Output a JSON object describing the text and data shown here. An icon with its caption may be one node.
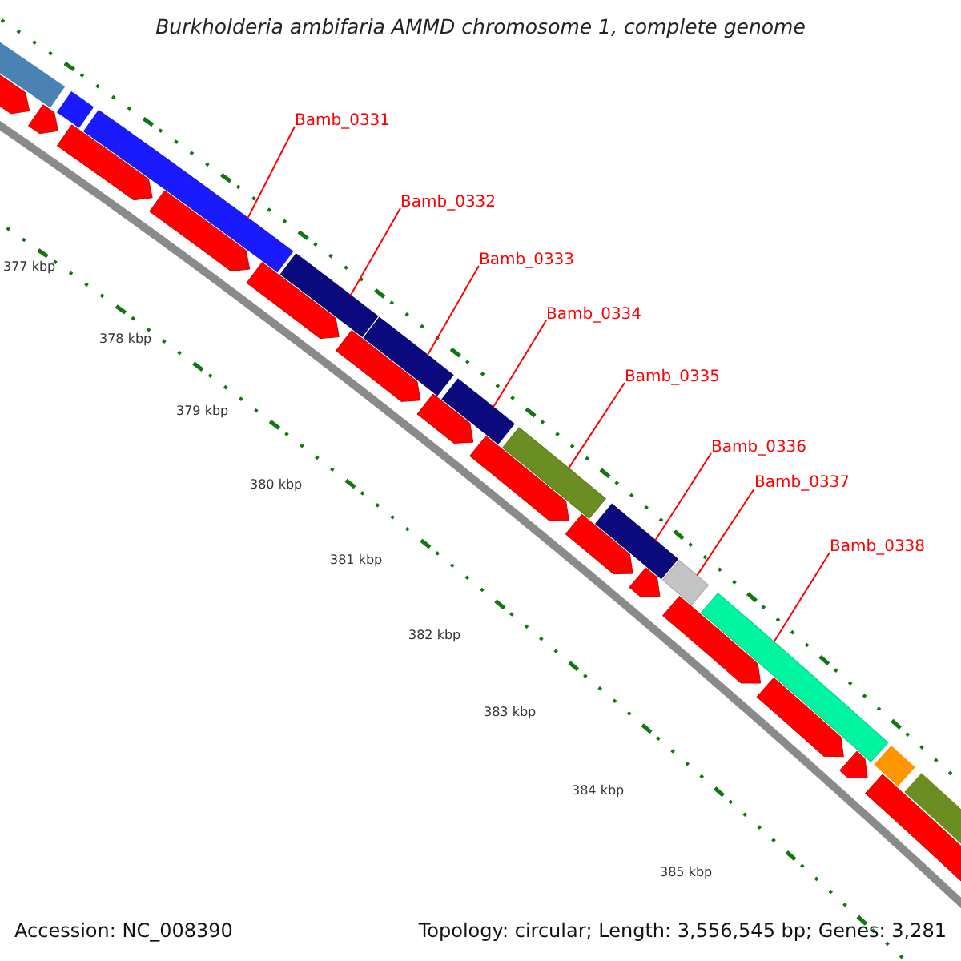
{
  "diagram": {
    "title": "Burkholderia ambifaria AMMD chromosome 1, complete genome",
    "nodes": [
      {
        "text": [
          "Bamb_0331"
        ]
      },
      {
        "text": [
          "Bamb_0332"
        ]
      },
      {
        "text": [
          "Bamb_0333"
        ]
      },
      {
        "text": [
          "Bamb_0334"
        ]
      },
      {
        "text": [
          "Bamb_0335"
        ]
      },
      {
        "text": [
          "Bamb_0336"
        ]
      },
      {
        "text": [
          "Bamb_0337"
        ]
      },
      {
        "text": [
          "Bamb_0338"
        ]
      },
      {
        "text": [],
        "shape": "bar"
      },
      {
        "text": [],
        "shape": "bar"
      },
      {
        "text": [],
        "shape": "bar"
      },
      {
        "text": [],
        "shape": "bar"
      },
      {
        "text": [],
        "shape": "bar"
      },
      {
        "text": [],
        "shape": "bar"
      },
      {
        "text": [],
        "shape": "bar"
      },
      {
        "text": [],
        "shape": "bar"
      }
    ],
    "edges": [
      {
        "from": 0,
        "to": 8,
        "arrow": "none"
      },
      {
        "from": 1,
        "to": 9,
        "arrow": "none"
      },
      {
        "from": 2,
        "to": 10,
        "arrow": "none"
      },
      {
        "from": 3,
        "to": 11,
        "arrow": "none"
      },
      {
        "from": 4,
        "to": 12,
        "arrow": "none"
      },
      {
        "from": 5,
        "to": 13,
        "arrow": "none"
      },
      {
        "from": 6,
        "to": 14,
        "arrow": "none"
      },
      {
        "from": 7,
        "to": 15,
        "arrow": "none"
      }
    ],
    "labels": [
      "377 kbp",
      "378 kbp",
      "379 kbp",
      "380 kbp",
      "381 kbp",
      "382 kbp",
      "383 kbp",
      "384 kbp",
      "385 kbp",
      "Accession: NC_008390",
      "Topology: circular; Length: 3,556,545 bp; Genes: 3,281"
    ]
  }
}
